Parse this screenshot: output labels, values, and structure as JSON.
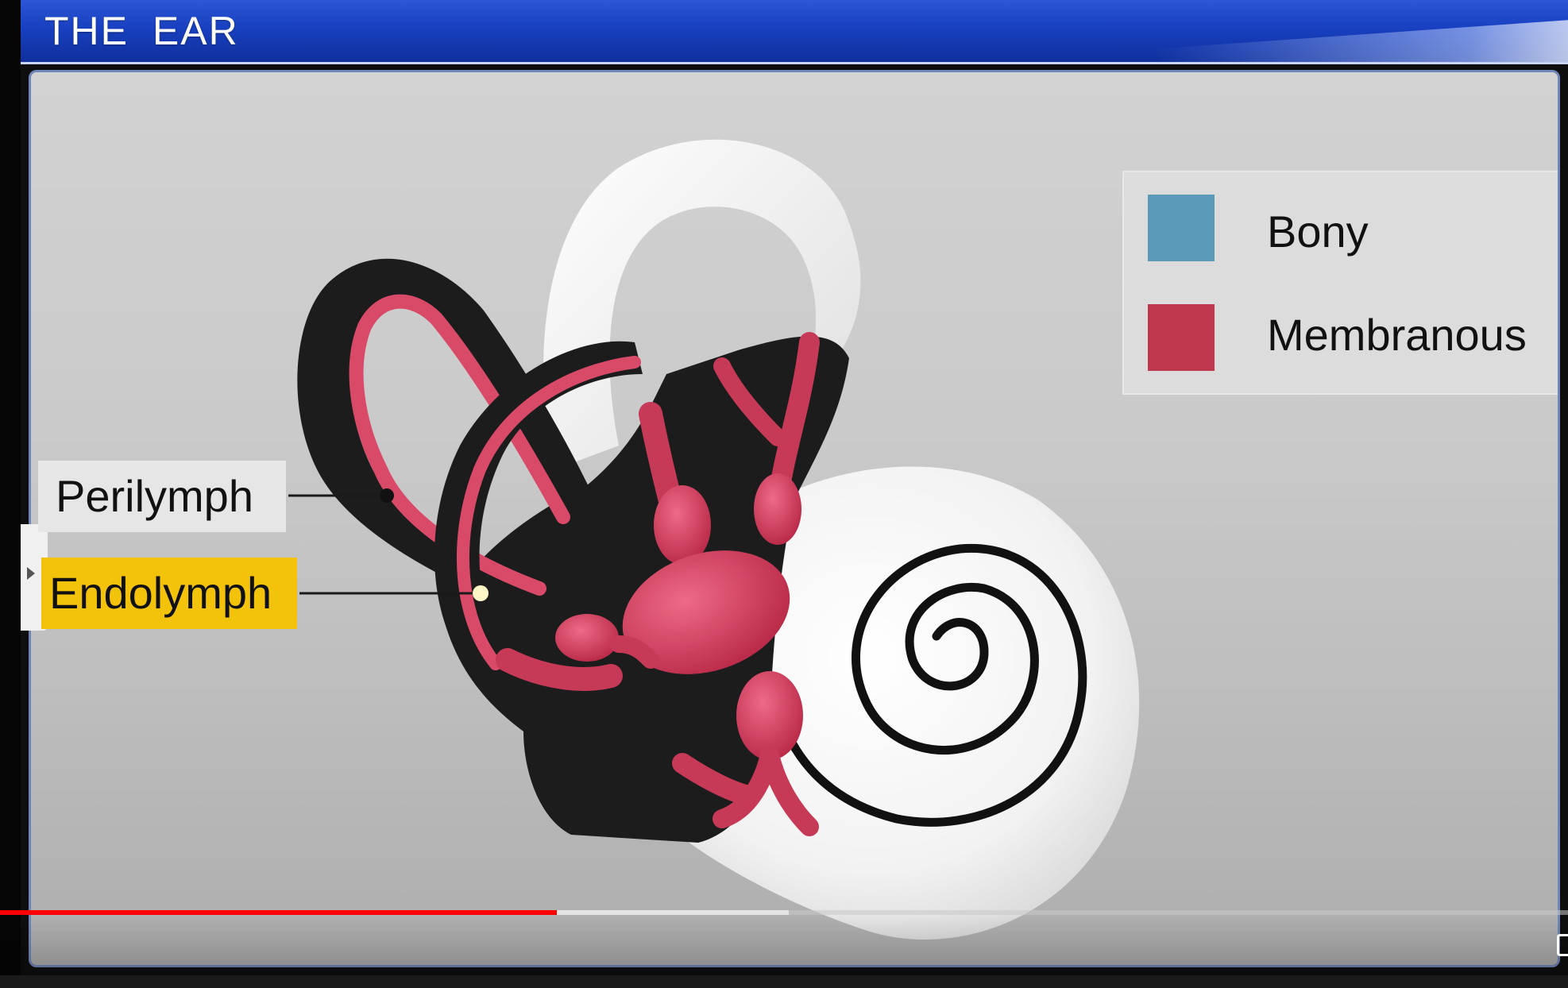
{
  "header": {
    "title": "THE  EAR"
  },
  "legend": {
    "items": [
      {
        "label": "Bony",
        "color": "#5b9ab8"
      },
      {
        "label": "Membranous",
        "color": "#c0384e"
      }
    ]
  },
  "callouts": {
    "perilymph": "Perilymph",
    "endolymph": "Endolymph"
  },
  "colors": {
    "title_bar": "#1840c0",
    "bony_labyrinth_shell": "#1c1c1c",
    "membranous": "#c0384e",
    "cochlea": "#f4f4f4",
    "endolymph_highlight": "#f2c30a",
    "progress_played": "#ff0000"
  },
  "player": {
    "progress_fraction": 0.355,
    "buffered_fraction": 0.503
  },
  "icons": {
    "side_tab": "chevron-right-icon",
    "corner": "fullscreen-icon"
  }
}
